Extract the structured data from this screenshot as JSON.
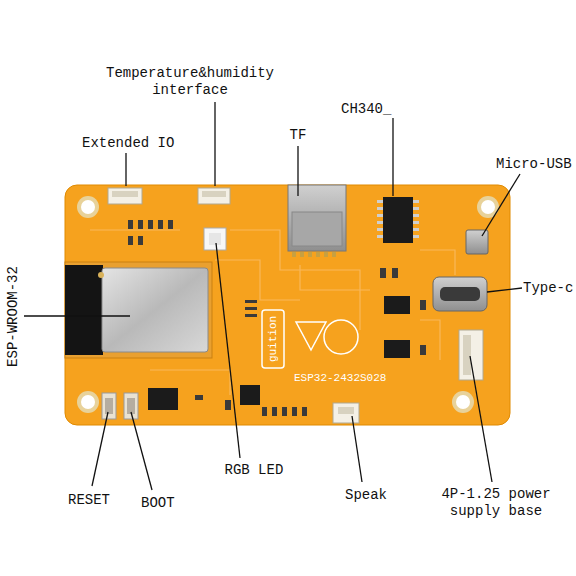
{
  "diagram": {
    "labels": [
      "Temperature&humidity interface",
      "CH340_",
      "Extended IO",
      "TF",
      "Micro-USB",
      "ESP-WROOM-32",
      "Type-c",
      "guition",
      "ESP32-2432S028",
      "RESET",
      "BOOT",
      "RGB LED",
      "Speak",
      "4P-1.25 power supply base"
    ]
  }
}
